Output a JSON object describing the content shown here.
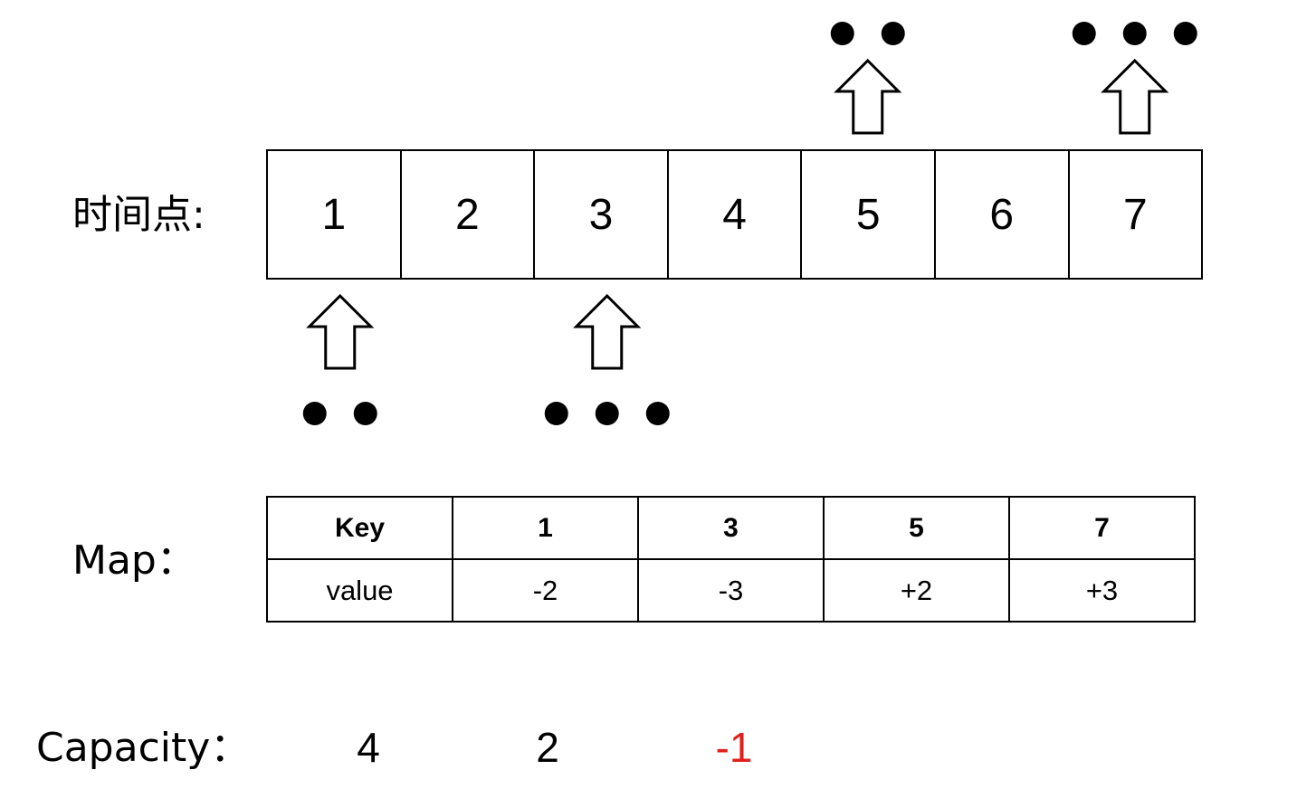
{
  "timeline": {
    "label": "时间点:",
    "points": [
      "1",
      "2",
      "3",
      "4",
      "5",
      "6",
      "7"
    ]
  },
  "events": [
    {
      "time": "1",
      "direction": "in",
      "count": 2
    },
    {
      "time": "3",
      "direction": "in",
      "count": 3
    },
    {
      "time": "5",
      "direction": "out",
      "count": 2
    },
    {
      "time": "7",
      "direction": "out",
      "count": 3
    }
  ],
  "map": {
    "label": "Map：",
    "header": "Key",
    "row_label": "value",
    "keys": [
      "1",
      "3",
      "5",
      "7"
    ],
    "values": [
      "-2",
      "-3",
      "+2",
      "+3"
    ]
  },
  "capacity": {
    "label": "Capacity：",
    "values": [
      {
        "text": "4",
        "color": "#000000"
      },
      {
        "text": "2",
        "color": "#000000"
      },
      {
        "text": "-1",
        "color": "#e0201b"
      }
    ]
  }
}
